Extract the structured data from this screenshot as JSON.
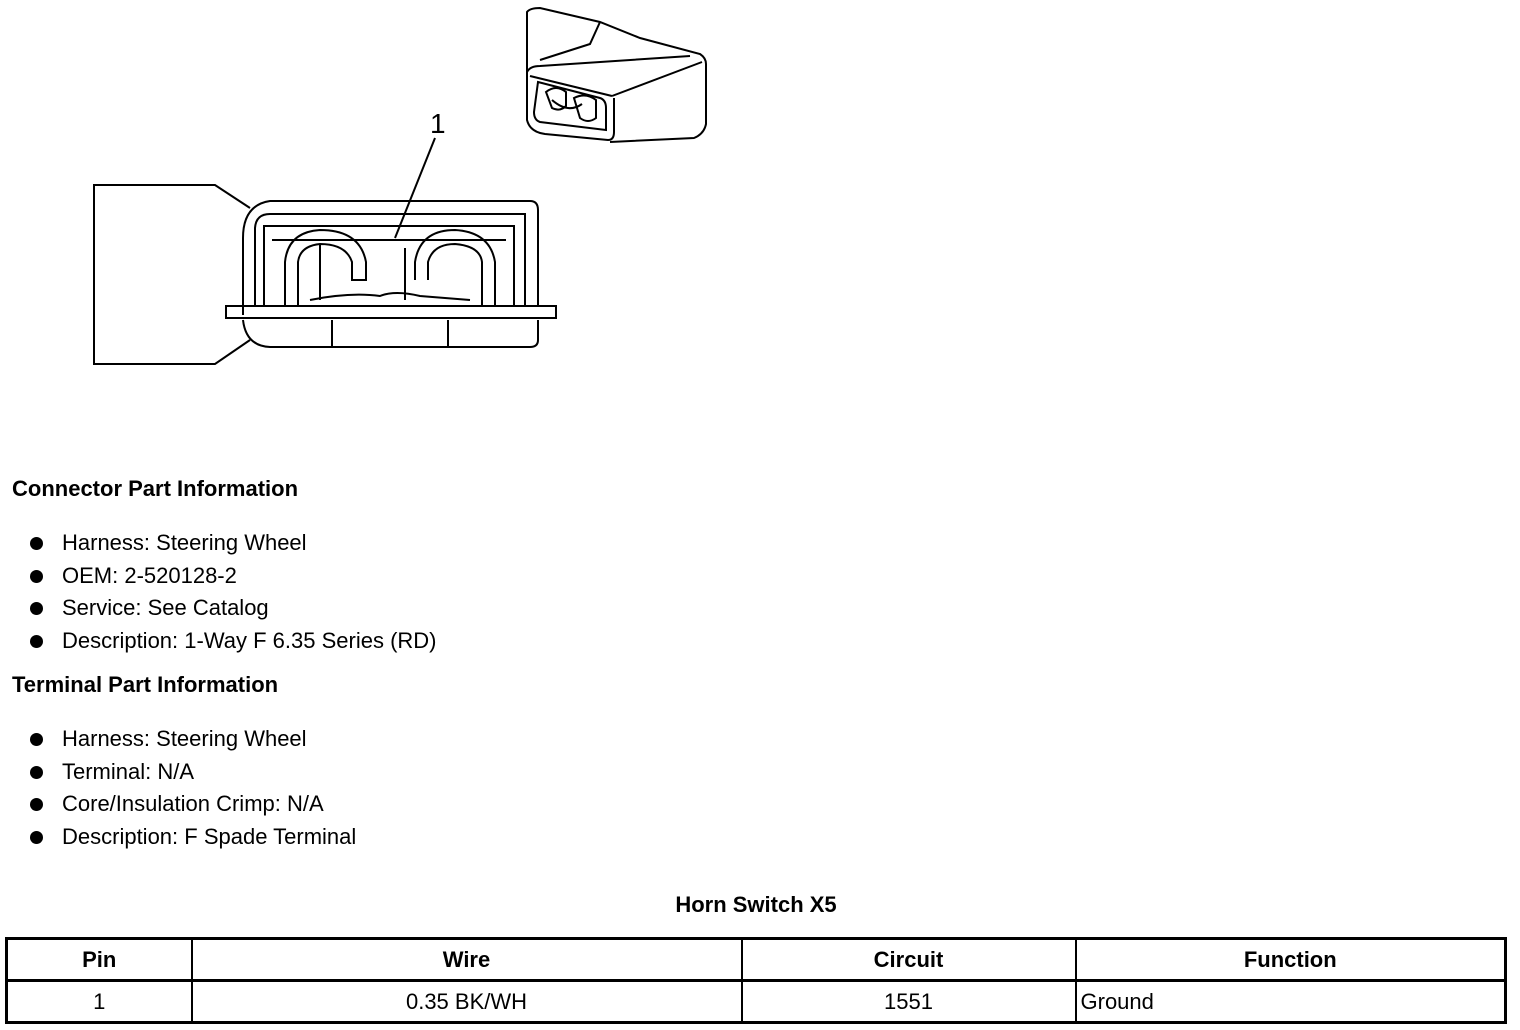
{
  "illustration": {
    "callout_label": "1"
  },
  "connector_info": {
    "title": "Connector Part Information",
    "items": [
      "Harness: Steering Wheel",
      "OEM: 2-520128-2",
      "Service: See Catalog",
      "Description: 1-Way F 6.35 Series (RD)"
    ]
  },
  "terminal_info": {
    "title": "Terminal Part Information",
    "items": [
      "Harness: Steering Wheel",
      "Terminal: N/A",
      "Core/Insulation Crimp: N/A",
      "Description: F Spade Terminal"
    ]
  },
  "pin_table": {
    "title": "Horn Switch X5",
    "headers": [
      "Pin",
      "Wire",
      "Circuit",
      "Function"
    ],
    "rows": [
      [
        "1",
        "0.35 BK/WH",
        "1551",
        "Ground"
      ]
    ]
  }
}
